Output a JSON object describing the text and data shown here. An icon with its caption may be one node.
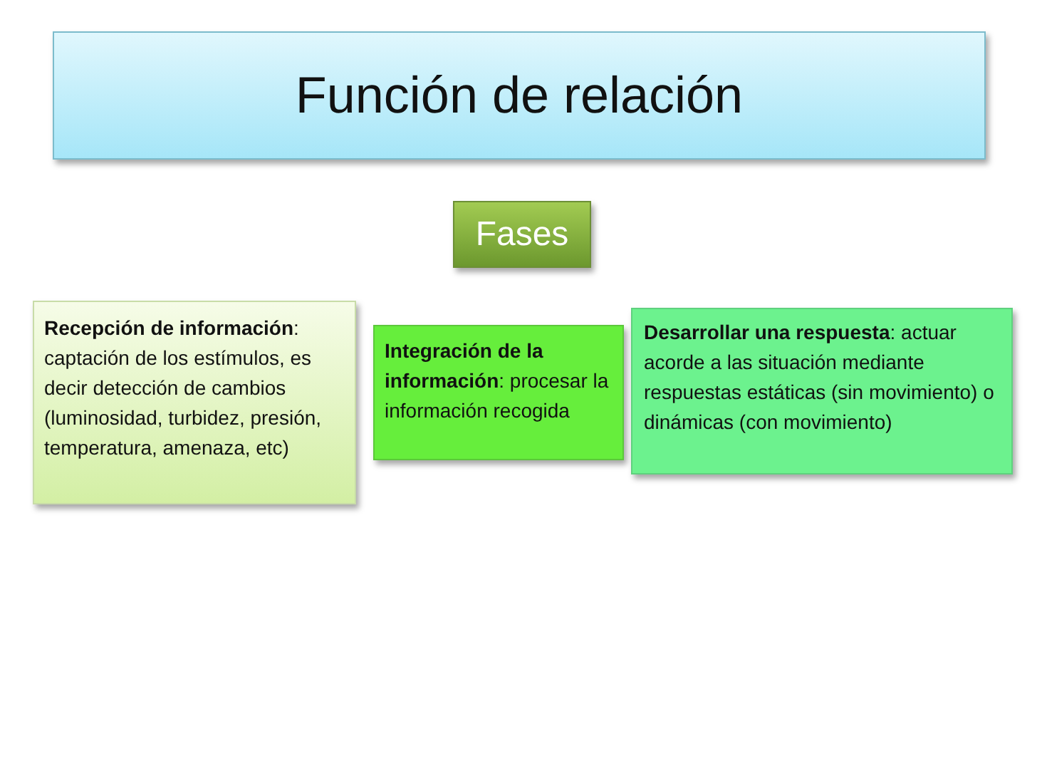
{
  "diagram": {
    "nodes": [
      {
        "text": [
          "Función de relación"
        ]
      },
      {
        "text": [
          "Fases"
        ]
      },
      {
        "text": [
          "**Recepción de información**: captación de los estímulos, es decir detección de cambios (luminosidad, turbidez, presión, temperatura, amenaza, etc)"
        ]
      },
      {
        "text": [
          "**Integración de la información**: procesar la información recogida"
        ]
      },
      {
        "text": [
          "**Desarrollar una respuesta**: actuar acorde a las situación mediante respuestas estáticas (sin movimiento) o dinámicas (con movimiento)"
        ]
      }
    ]
  }
}
